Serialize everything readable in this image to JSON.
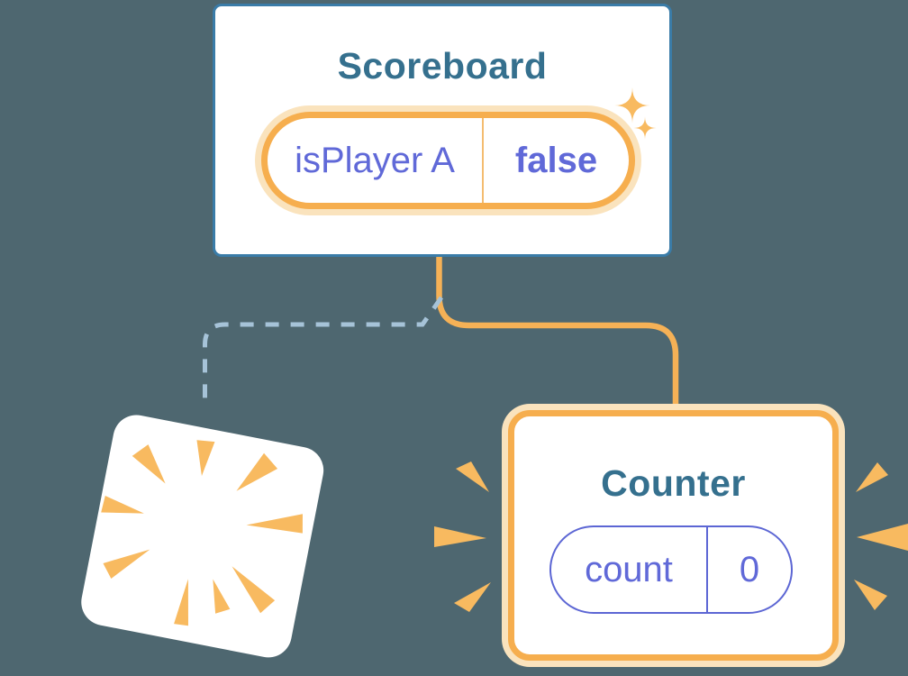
{
  "colors": {
    "background": "#4E6770",
    "card-bg": "#FFFFFF",
    "card-border-blue": "#3A7CA8",
    "component-title": "#35708E",
    "highlight-orange": "#F6AE4E",
    "highlight-halo": "#FAE3BD",
    "pill-divider-orange": "#F4BC70",
    "connector-orange": "#F5B156",
    "connector-dashed": "#A6C3D8",
    "state-indigo": "#6069D8",
    "state-border-indigo": "#5C66D4",
    "burst-orange": "#F8BA60"
  },
  "scoreboard_card": {
    "title": "Scoreboard",
    "state_pill": {
      "label": "isPlayer A",
      "value": "false"
    }
  },
  "counter_card": {
    "title": "Counter",
    "state_pill": {
      "label": "count",
      "value": "0"
    }
  }
}
